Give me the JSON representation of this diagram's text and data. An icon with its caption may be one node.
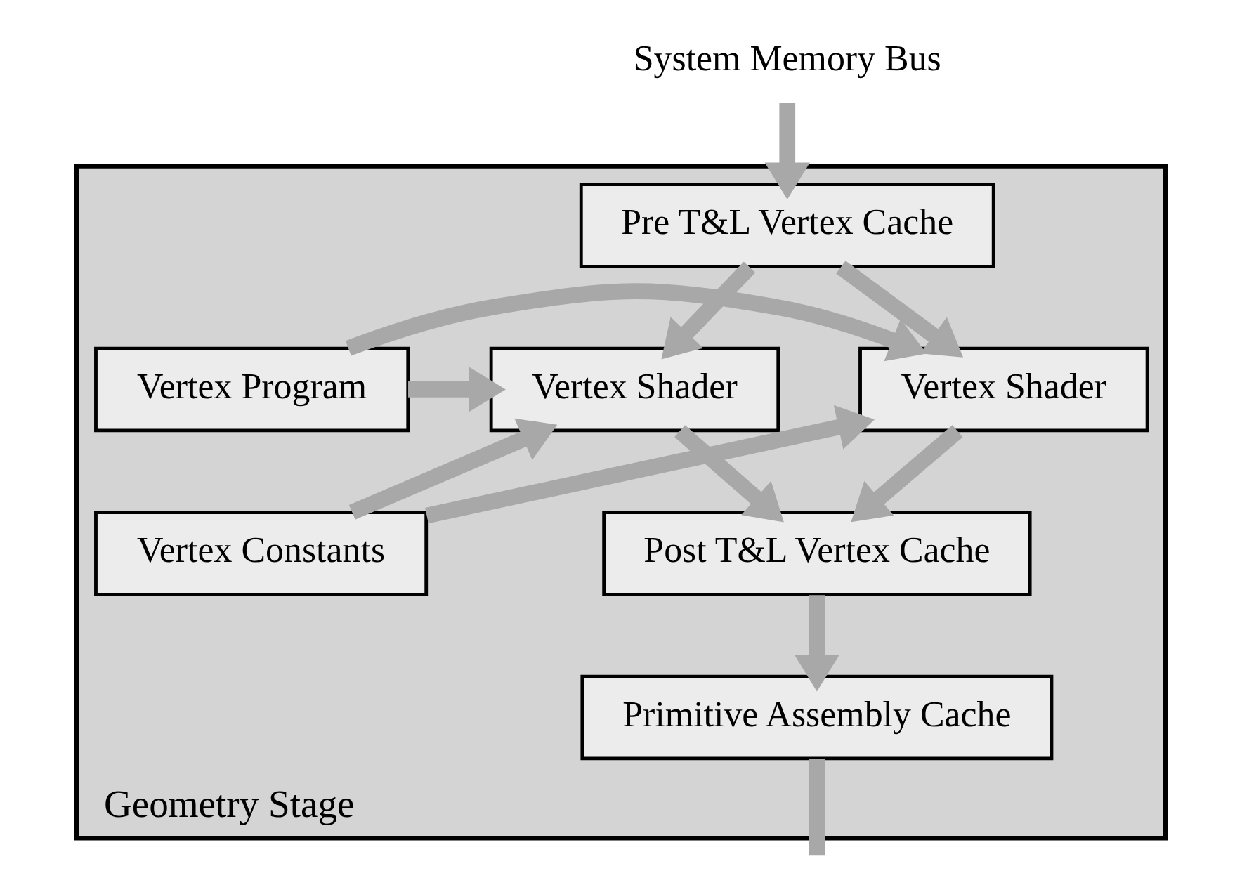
{
  "diagram": {
    "nodes": [
      {
        "text": [
          "System Memory Bus"
        ]
      },
      {
        "text": [
          "Geometry Stage"
        ]
      },
      {
        "text": [
          "Pre T&L Vertex Cache"
        ],
        "in": 1
      },
      {
        "text": [
          "Vertex Shader"
        ],
        "in": 1
      },
      {
        "text": [
          "Vertex Program"
        ],
        "in": 1
      },
      {
        "text": [
          "Vertex Constants"
        ],
        "in": 1
      },
      {
        "text": [
          "Vertex Shader"
        ],
        "in": 1
      },
      {
        "text": [
          "Post T&L Vertex Cache"
        ],
        "in": 1
      },
      {
        "text": [
          "Primitive Assembly Cache"
        ],
        "in": 1
      }
    ],
    "edges": [
      {
        "from": 0,
        "to": 2,
        "arrow": "to"
      },
      {
        "from": 2,
        "to": 3,
        "arrow": "to"
      },
      {
        "from": 2,
        "to": 6,
        "arrow": "to"
      },
      {
        "from": 4,
        "to": 3,
        "arrow": "to"
      },
      {
        "from": 4,
        "to": 6,
        "arrow": "to"
      },
      {
        "from": 5,
        "to": 3,
        "arrow": "to"
      },
      {
        "from": 5,
        "to": 6,
        "arrow": "to"
      },
      {
        "from": 3,
        "to": 7,
        "arrow": "to"
      },
      {
        "from": 6,
        "to": 7,
        "arrow": "to"
      },
      {
        "from": 7,
        "to": 8,
        "arrow": "to"
      },
      {
        "from": 8,
        "to": null,
        "arrow": "none"
      }
    ]
  }
}
